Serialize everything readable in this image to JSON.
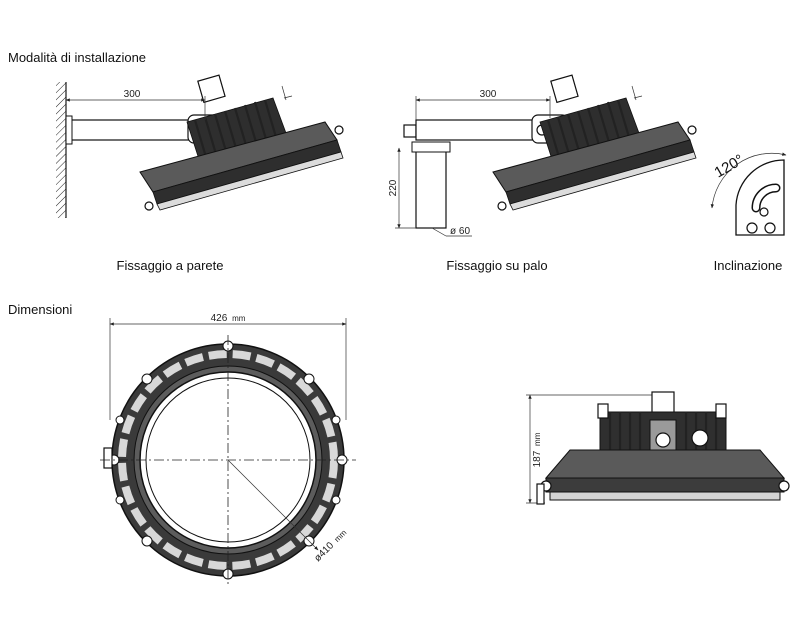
{
  "sections": {
    "installation_title": "Modalità di installazione",
    "dimensions_title": "Dimensioni"
  },
  "installation": {
    "wall": {
      "caption": "Fissaggio a parete",
      "arm_length": "300"
    },
    "pole": {
      "caption": "Fissaggio su palo",
      "arm_length": "300",
      "pole_height": "220",
      "pole_diameter": "ø 60"
    },
    "tilt": {
      "caption": "Inclinazione",
      "angle": "120°"
    }
  },
  "dimensions": {
    "top_view": {
      "outer_diameter": "426",
      "outer_unit": "mm",
      "inner_diameter": "ø410",
      "inner_unit": "mm"
    },
    "side_view": {
      "height": "187",
      "height_unit": "mm"
    }
  }
}
